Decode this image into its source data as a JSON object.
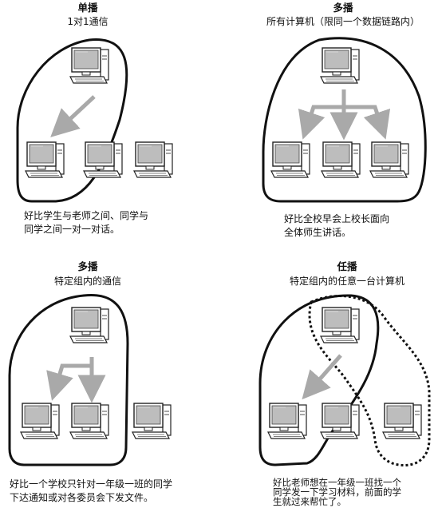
{
  "panels": [
    {
      "title": "单播",
      "subtitle": "1对1通信",
      "caption_lines": [
        "好比学生与老师之间、同学与",
        "同学之间一对一对话。"
      ]
    },
    {
      "title": "多播",
      "subtitle": "所有计算机（限同一个数据链路内）",
      "caption_lines": [
        "好比全校早会上校长面向",
        "全体师生讲话。"
      ]
    },
    {
      "title": "多播",
      "subtitle": "特定组内的通信",
      "caption_lines": [
        "好比一个学校只针对一年级一班的同学",
        "下达通知或对各委员会下发文件。"
      ]
    },
    {
      "title": "任播",
      "subtitle": "特定组内的任意一台计算机",
      "caption_lines": [
        "好比老师想在一年级一班找一个",
        "同学发一下学习材料，前面的学",
        "生就过来帮忙了。"
      ]
    }
  ],
  "colors": {
    "outline": "#111111",
    "arrow": "#a9a9a9",
    "screen": "#bdbdbd"
  }
}
